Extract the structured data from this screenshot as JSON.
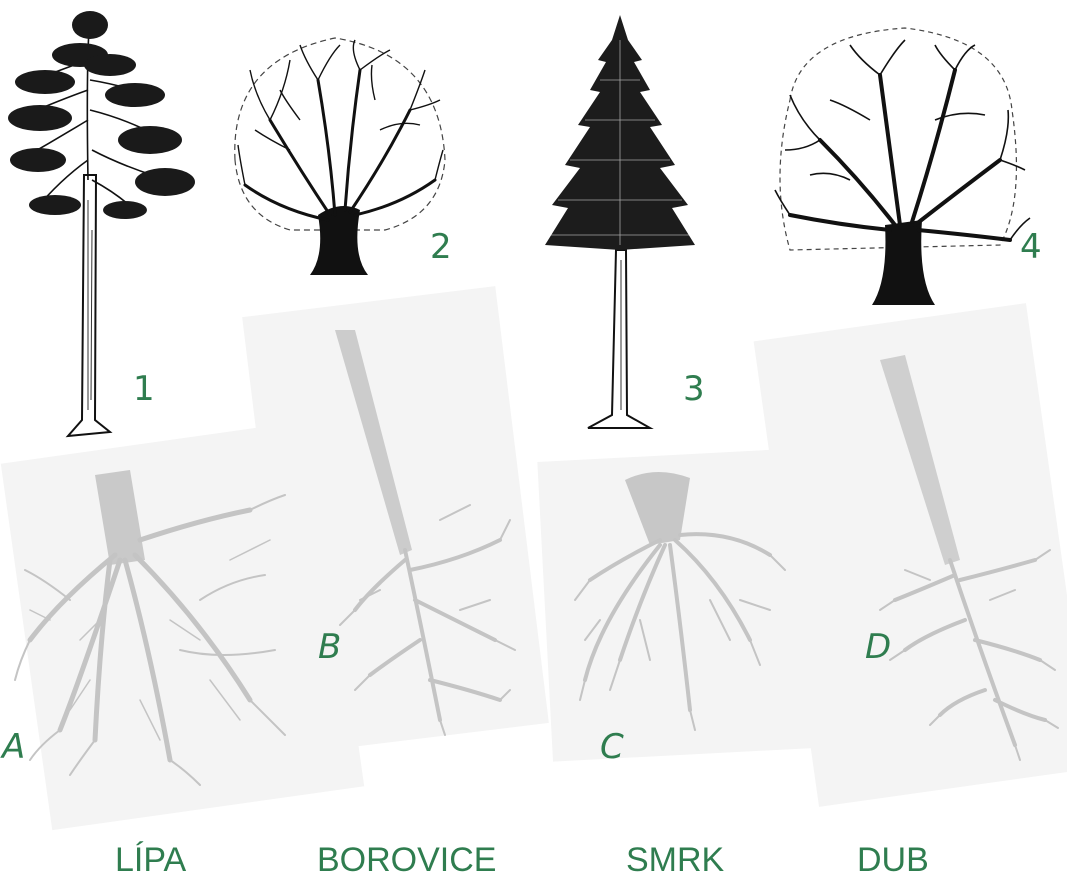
{
  "trees": [
    {
      "number": "1",
      "icon": "pine-tree-icon"
    },
    {
      "number": "2",
      "icon": "linden-tree-icon"
    },
    {
      "number": "3",
      "icon": "spruce-tree-icon"
    },
    {
      "number": "4",
      "icon": "oak-tree-icon"
    }
  ],
  "roots": [
    {
      "letter": "A",
      "icon": "spreading-root-system-icon"
    },
    {
      "letter": "B",
      "icon": "taproot-pine-roots-icon"
    },
    {
      "letter": "C",
      "icon": "heart-shaped-root-system-icon"
    },
    {
      "letter": "D",
      "icon": "deep-taproot-roots-icon"
    }
  ],
  "names": [
    "LÍPA",
    "BOROVICE",
    "SMRK",
    "DUB"
  ],
  "colors": {
    "label_green": "#2f7d4f",
    "card_gray": "#f4f4f4",
    "root_gray": "#c9c9c9",
    "ink": "#111111"
  }
}
